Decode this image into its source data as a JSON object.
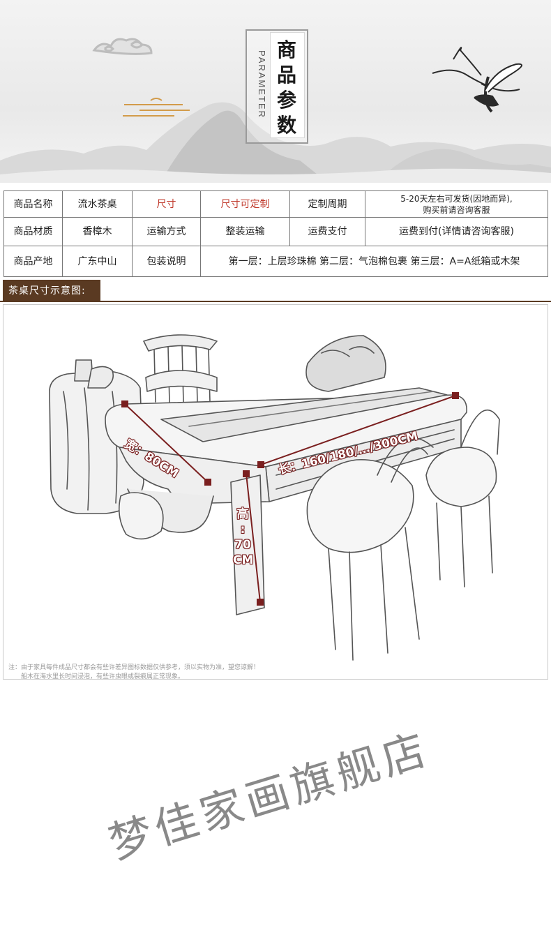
{
  "header": {
    "title_chars": [
      "商",
      "品",
      "参",
      "数"
    ],
    "title_en": "PARAMETER"
  },
  "params": {
    "rows": [
      [
        "商品名称",
        "流水茶桌",
        "尺寸",
        "尺寸可定制",
        "定制周期",
        "5-20天左右可发货(因地而异),\n购买前请咨询客服"
      ],
      [
        "商品材质",
        "香樟木",
        "运输方式",
        "整装运输",
        "运费支付",
        "运费到付(详情请咨询客服)"
      ],
      [
        "商品产地",
        "广东中山",
        "包装说明",
        "第一层：上层珍珠棉 第二层：气泡棉包裹 第三层：A=A纸箱或木架"
      ]
    ]
  },
  "section": {
    "title": "茶桌尺寸示意图:"
  },
  "diagram": {
    "width_label": "宽：80CM",
    "length_label": "长：160/180/…/300CM",
    "height_chars": [
      "高",
      ":",
      "70",
      "CM"
    ],
    "watermark": "梦佳家画旗舰店",
    "dim_color": "#7a1f1f"
  },
  "notes": {
    "line1": "注：由于家具每件成品尺寸都会有些许差异图标数据仅供参考，须以实物为准，望您谅解！",
    "line2": "船木在海水里长时间浸泡，有些许虫眼或裂痕属正常现象。"
  }
}
